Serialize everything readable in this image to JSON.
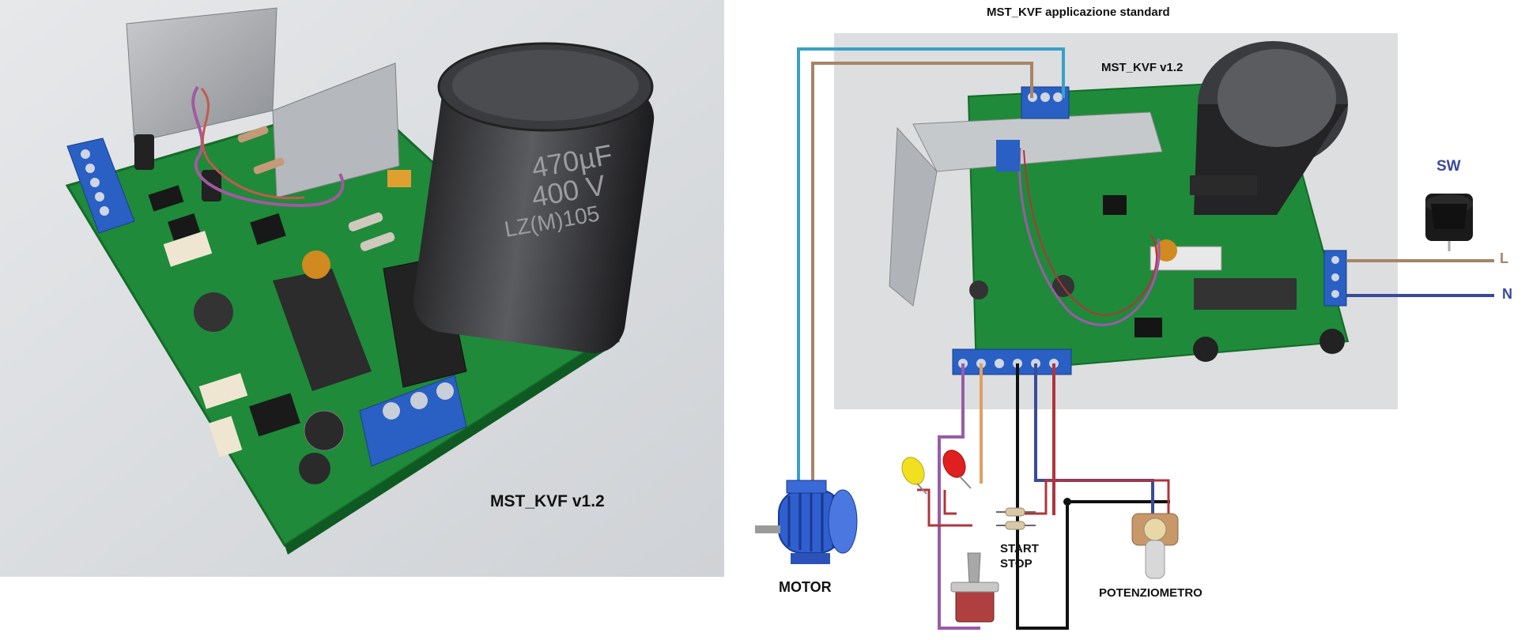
{
  "left_photo": {
    "caption": "MST_KVF   v1.2",
    "capacitor_marking": [
      "470µF",
      "400 V",
      "LZ(M)105"
    ]
  },
  "diagram": {
    "title": "MST_KVF   applicazione standard",
    "board_label": "MST_KVF  v1.2",
    "switch_label": "SW",
    "line_label": "L",
    "neutral_label": "N",
    "motor_label": "MOTOR",
    "start_stop_label_1": "START",
    "start_stop_label_2": "STOP",
    "potentiometer_label": "POTENZIOMETRO"
  },
  "colors": {
    "pcb_green": "#1f8a3a",
    "terminal_blue": "#2a5fc4",
    "wire_cyan": "#3aa0c8",
    "wire_brown": "#a88466",
    "wire_navy": "#3a4a9a",
    "wire_red": "#b0343c",
    "wire_purple": "#9a5ba8",
    "wire_orange": "#e0a060",
    "wire_black": "#111111",
    "motor_blue": "#2f5fd0"
  },
  "icons": [
    "motor-icon",
    "rocker-switch-icon",
    "toggle-switch-icon",
    "potentiometer-icon",
    "led-icon",
    "resistor-icon",
    "capacitor-icon"
  ]
}
